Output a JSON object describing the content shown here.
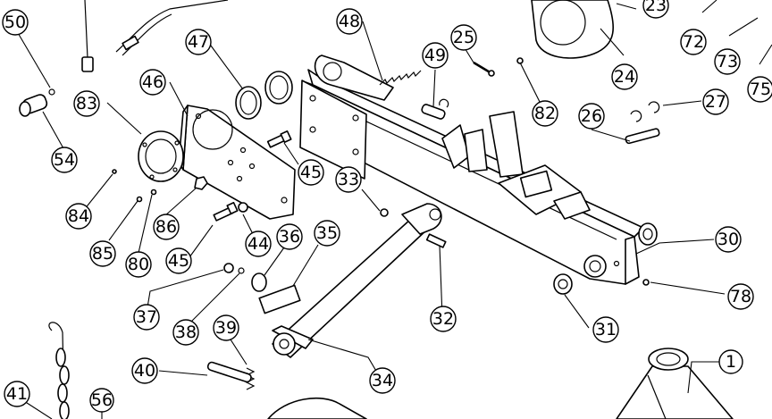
{
  "callouts": {
    "c1": "1",
    "c23": "23",
    "c24": "24",
    "c25": "25",
    "c26": "26",
    "c27": "27",
    "c30": "30",
    "c31": "31",
    "c32": "32",
    "c33": "33",
    "c34": "34",
    "c35": "35",
    "c36": "36",
    "c37": "37",
    "c38": "38",
    "c39": "39",
    "c40": "40",
    "c41": "41",
    "c44": "44",
    "c45a": "45",
    "c45b": "45",
    "c46": "46",
    "c47": "47",
    "c48": "48",
    "c49": "49",
    "c50": "50",
    "c54": "54",
    "c56": "56",
    "c72": "72",
    "c73": "73",
    "c75": "75",
    "c78": "78",
    "c80": "80",
    "c82": "82",
    "c83": "83",
    "c84": "84",
    "c85": "85",
    "c86": "86"
  }
}
